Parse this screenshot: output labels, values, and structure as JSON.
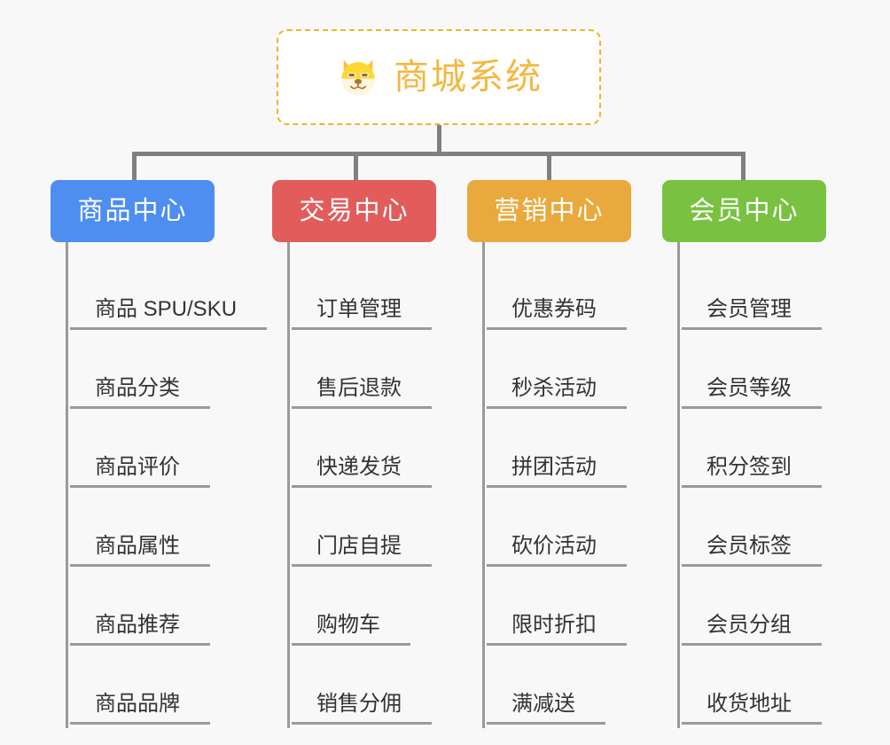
{
  "page": {
    "background_color": "#f8f8f8",
    "type": "mindmap"
  },
  "root": {
    "title": "商城系统",
    "icon": "dog-face-icon",
    "title_color": "#f4b740",
    "border_color": "#f0b429",
    "background_color": "#ffffff"
  },
  "connector": {
    "color": "#808080"
  },
  "categories": [
    {
      "label": "商品中心",
      "color": "#4d8ef0",
      "items": [
        {
          "label": "商品 SPU/SKU"
        },
        {
          "label": "商品分类"
        },
        {
          "label": "商品评价"
        },
        {
          "label": "商品属性"
        },
        {
          "label": "商品推荐"
        },
        {
          "label": "商品品牌"
        }
      ]
    },
    {
      "label": "交易中心",
      "color": "#e25c5c",
      "items": [
        {
          "label": "订单管理"
        },
        {
          "label": "售后退款"
        },
        {
          "label": "快递发货"
        },
        {
          "label": "门店自提"
        },
        {
          "label": "购物车"
        },
        {
          "label": "销售分佣"
        }
      ]
    },
    {
      "label": "营销中心",
      "color": "#eaa93c",
      "items": [
        {
          "label": "优惠券码"
        },
        {
          "label": "秒杀活动"
        },
        {
          "label": "拼团活动"
        },
        {
          "label": "砍价活动"
        },
        {
          "label": "限时折扣"
        },
        {
          "label": "满减送"
        }
      ]
    },
    {
      "label": "会员中心",
      "color": "#79c241",
      "items": [
        {
          "label": "会员管理"
        },
        {
          "label": "会员等级"
        },
        {
          "label": "积分签到"
        },
        {
          "label": "会员标签"
        },
        {
          "label": "会员分组"
        },
        {
          "label": "收货地址"
        }
      ]
    }
  ]
}
